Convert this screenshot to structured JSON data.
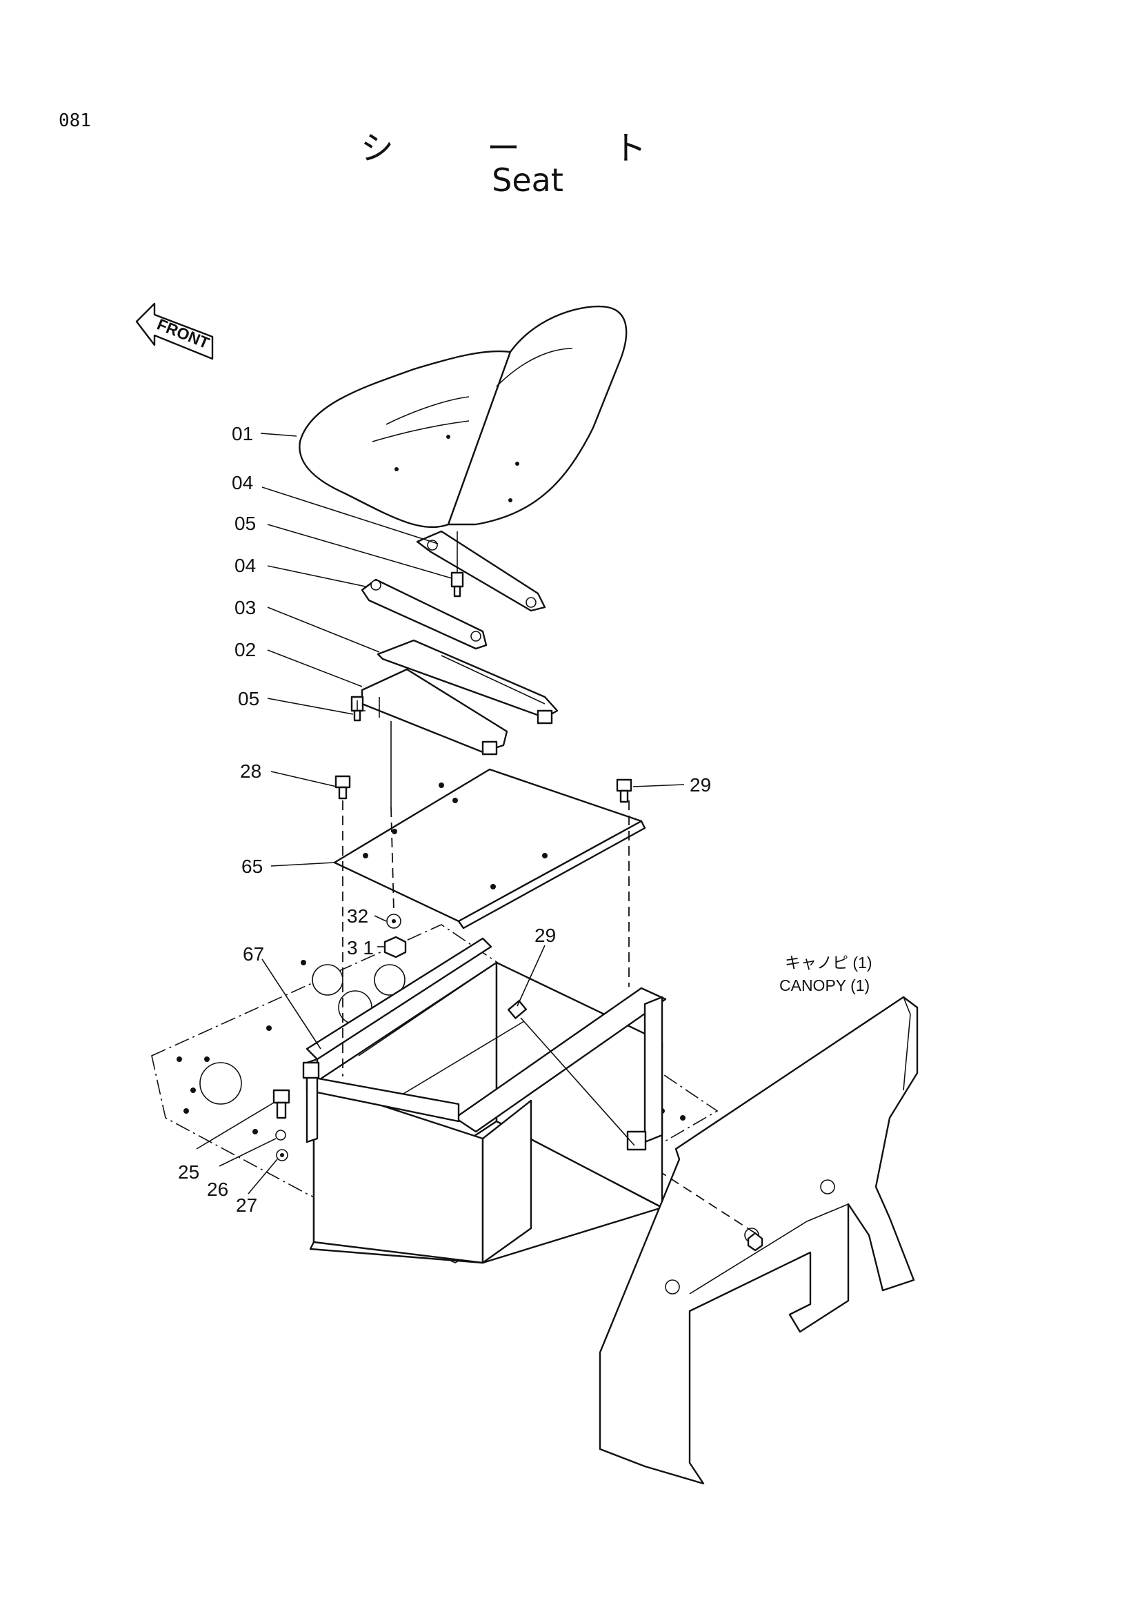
{
  "page_number": "081",
  "title_ja": "シ ー ト",
  "title_en": "Seat",
  "front_label": "FRONT",
  "callouts": [
    {
      "id": "c01",
      "text": "01"
    },
    {
      "id": "c04a",
      "text": "04"
    },
    {
      "id": "c05a",
      "text": "05"
    },
    {
      "id": "c04b",
      "text": "04"
    },
    {
      "id": "c03",
      "text": "03"
    },
    {
      "id": "c02",
      "text": "02"
    },
    {
      "id": "c05b",
      "text": "05"
    },
    {
      "id": "c28",
      "text": "28"
    },
    {
      "id": "c29a",
      "text": "29"
    },
    {
      "id": "c65",
      "text": "65"
    },
    {
      "id": "c32",
      "text": "32"
    },
    {
      "id": "c31",
      "text": "3 1"
    },
    {
      "id": "c67",
      "text": "67"
    },
    {
      "id": "c29b",
      "text": "29"
    },
    {
      "id": "c25",
      "text": "25"
    },
    {
      "id": "c26",
      "text": "26"
    },
    {
      "id": "c27",
      "text": "27"
    }
  ],
  "canopy_ja": "キャノピ (1)",
  "canopy_en": "CANOPY  (1)"
}
